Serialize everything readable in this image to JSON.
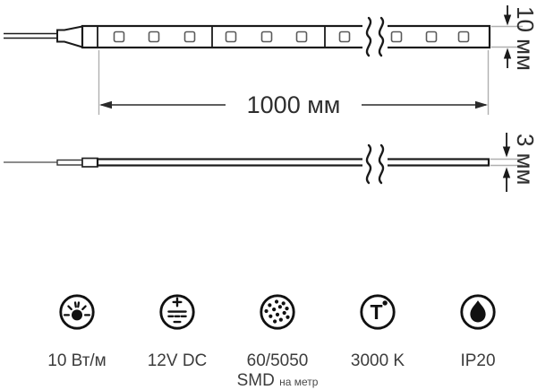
{
  "diagram": {
    "length_label": "1000 мм",
    "width_label": "10 мм",
    "thickness_label": "3 мм"
  },
  "specs": [
    {
      "icon": "power-per-meter-icon",
      "label": "10 Вт/м"
    },
    {
      "icon": "dc-voltage-icon",
      "label": "12V DC"
    },
    {
      "icon": "smd-leds-icon",
      "label": "60/5050",
      "sub_primary": "SMD",
      "sub_secondary": "на метр"
    },
    {
      "icon": "color-temperature-icon",
      "label": "3000 K",
      "symbol": "T"
    },
    {
      "icon": "ip-rating-icon",
      "label": "IP20"
    }
  ],
  "colors": {
    "outline": "#1a1a1a",
    "led_outline": "#5a5a5a",
    "extension_line": "#b0b0b0",
    "dimension_text": "#2e2e2e",
    "label_text": "#3c3c3c",
    "background": "#ffffff"
  }
}
